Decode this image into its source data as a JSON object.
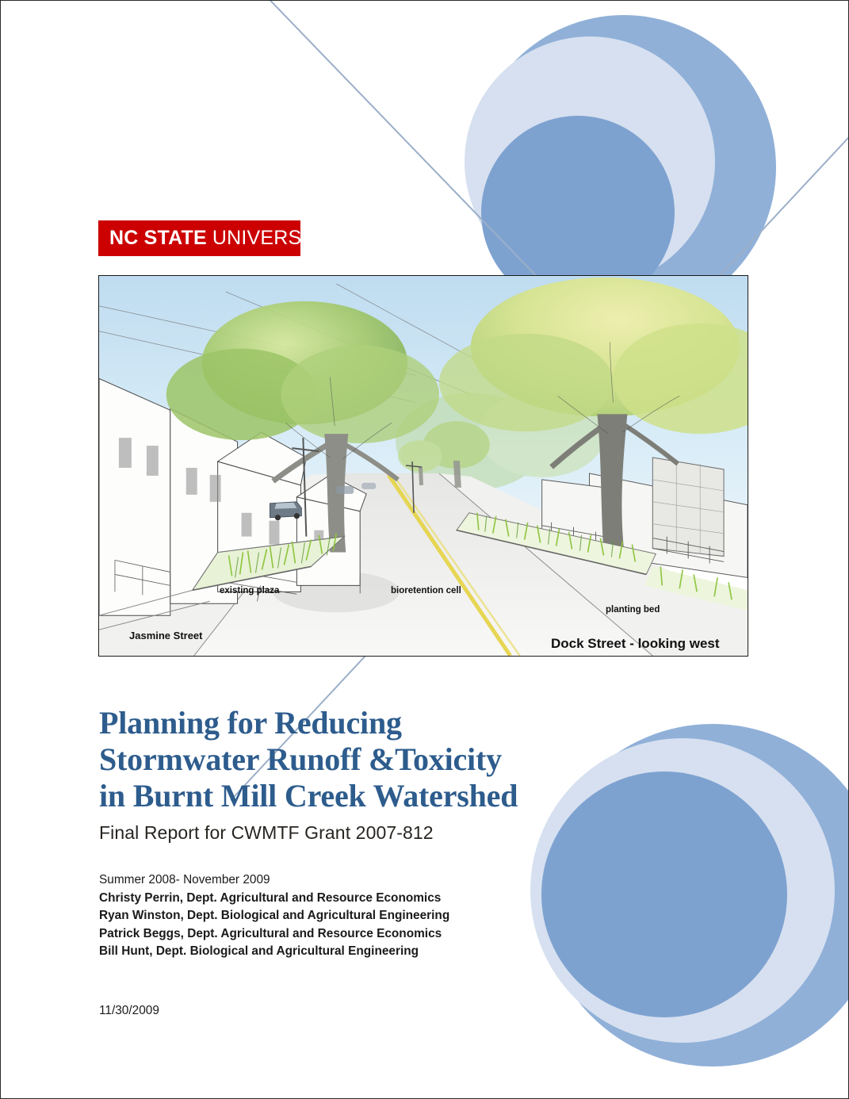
{
  "page": {
    "background_color": "#ffffff",
    "accent_blue": "#2d5c8d",
    "brand_red": "#cc0000",
    "deco_circle_outer": "#90b0d8",
    "deco_circle_mid": "#d6e0f0",
    "deco_circle_inner": "#7ea2d0",
    "deco_line_color": "#9bafc8"
  },
  "logo": {
    "primary": "NC STATE",
    "secondary": "UNIVERSITY"
  },
  "illustration": {
    "caption_main": "Dock Street - looking west",
    "labels": [
      {
        "name": "existing-plaza",
        "text": "existing plaza"
      },
      {
        "name": "bioretention-cell",
        "text": "bioretention cell"
      },
      {
        "name": "planting-bed",
        "text": "planting bed"
      },
      {
        "name": "jasmine-street",
        "text": "Jasmine Street"
      }
    ],
    "scene": {
      "sky_color": "#cfe6f5",
      "foliage_green": "#8bbf4a",
      "foliage_yellow": "#e8e89a",
      "pavement": "#f4f4f2",
      "center_line": "#e8d44a"
    }
  },
  "title": {
    "line1": "Planning for Reducing",
    "line2": "Stormwater Runoff &Toxicity",
    "line3": "in Burnt Mill Creek Watershed",
    "subtitle": "Final Report for CWMTF Grant 2007-812"
  },
  "meta": {
    "period": "Summer 2008- November 2009",
    "authors": [
      "Christy Perrin, Dept. Agricultural and Resource Economics",
      "Ryan Winston, Dept. Biological and Agricultural Engineering",
      "Patrick Beggs, Dept. Agricultural and Resource Economics",
      "Bill Hunt,  Dept. Biological and Agricultural Engineering"
    ],
    "date": "11/30/2009"
  }
}
